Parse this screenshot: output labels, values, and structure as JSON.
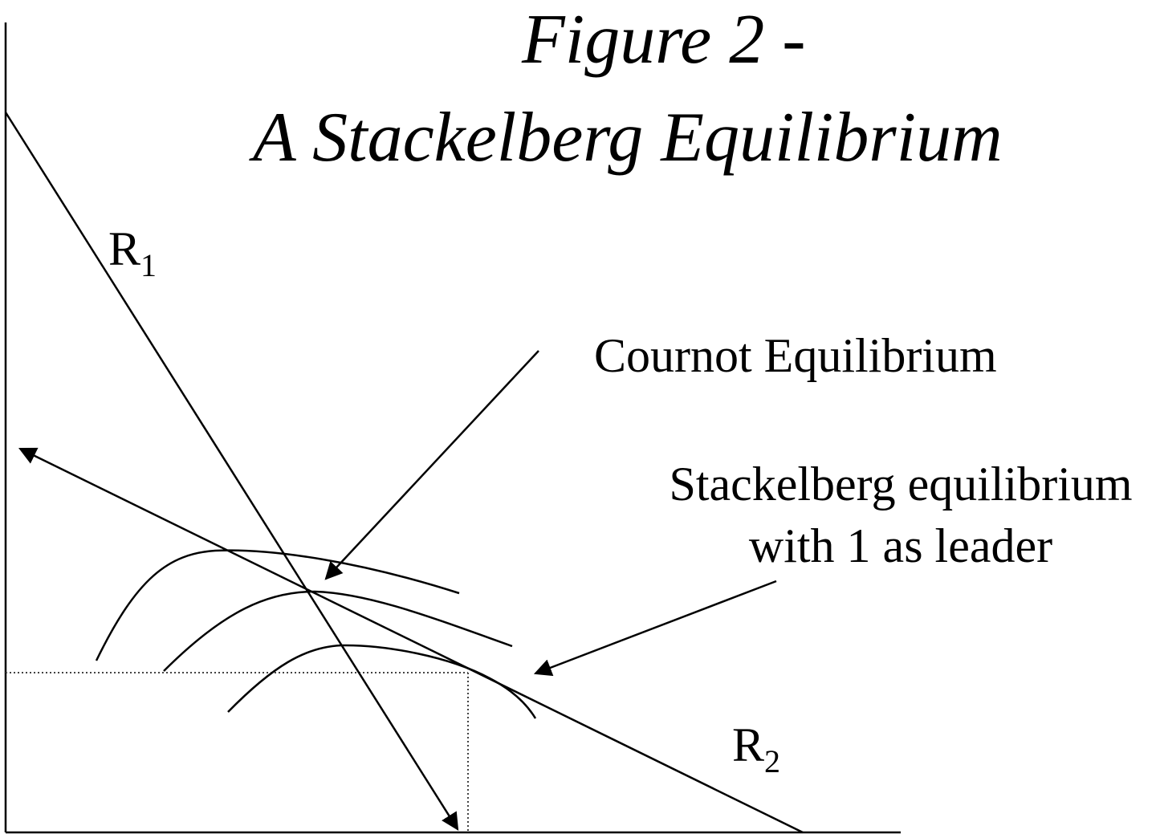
{
  "title": {
    "line1": "Figure 2 -",
    "line2": "A Stackelberg Equilibrium"
  },
  "labels": {
    "r1_main": "R",
    "r1_sub": "1",
    "r2_main": "R",
    "r2_sub": "2",
    "cournot": "Cournot Equilibrium",
    "stackelberg_line1": "Stackelberg equilibrium",
    "stackelberg_line2": "with 1 as leader"
  },
  "colors": {
    "ink": "#000000",
    "guide": "#444444",
    "background": "#ffffff"
  }
}
